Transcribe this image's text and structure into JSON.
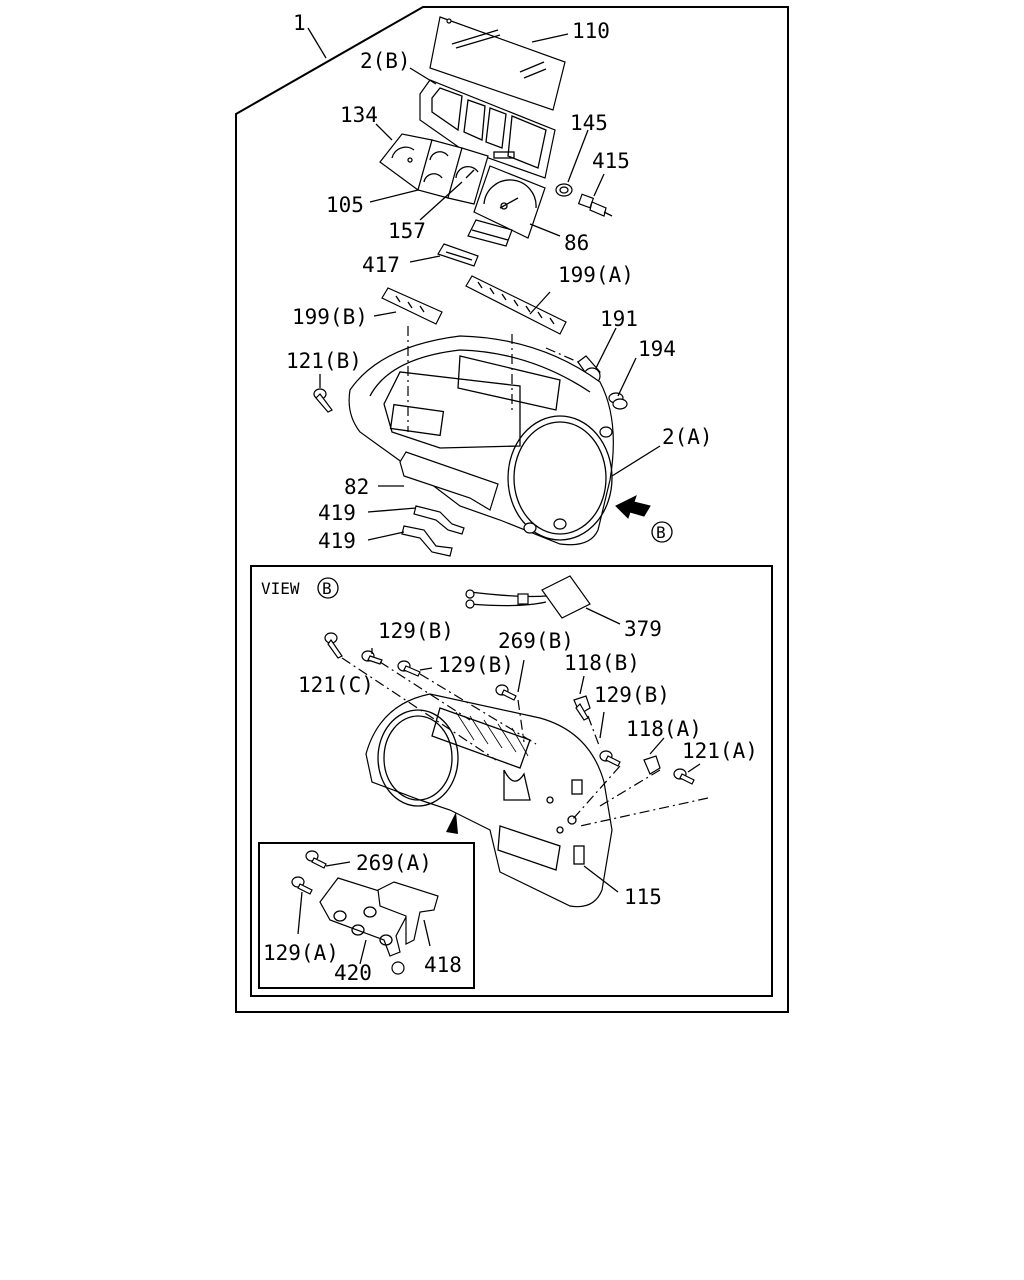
{
  "labels": {
    "l1": "1",
    "l110": "110",
    "l2b": "2(B)",
    "l134": "134",
    "l145": "145",
    "l415": "415",
    "l105": "105",
    "l157": "157",
    "l86": "86",
    "l417": "417",
    "l199a": "199(A)",
    "l199b": "199(B)",
    "l191": "191",
    "l194": "194",
    "l121b": "121(B)",
    "l2a": "2(A)",
    "l82": "82",
    "l419a": "419",
    "l419b": "419",
    "view": "VIEW",
    "viewB": "B",
    "arrowB": "B",
    "l379": "379",
    "l129b1": "129(B)",
    "l269b": "269(B)",
    "l129b2": "129(B)",
    "l118b": "118(B)",
    "l121c": "121(C)",
    "l129b3": "129(B)",
    "l118a": "118(A)",
    "l121a": "121(A)",
    "l115": "115",
    "l269a": "269(A)",
    "l129a": "129(A)",
    "l418": "418",
    "l420": "420"
  }
}
